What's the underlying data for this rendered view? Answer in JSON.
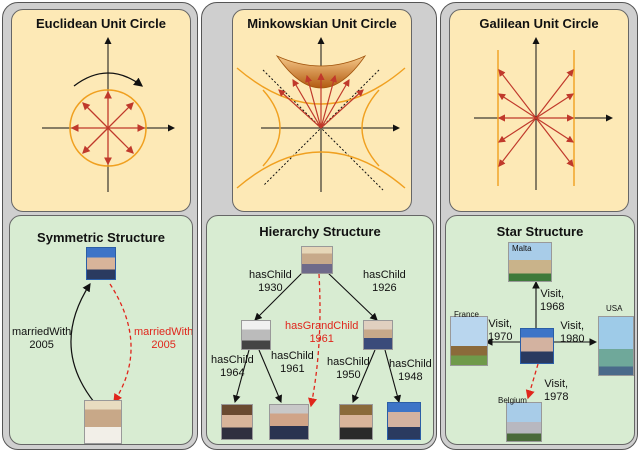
{
  "panels": {
    "euclidean": {
      "title": "Euclidean Unit Circle"
    },
    "minkowskian": {
      "title": "Minkowskian Unit Circle"
    },
    "galilean": {
      "title": "Galilean Unit Circle"
    },
    "symmetric": {
      "title": "Symmetric Structure",
      "left_relation": "marriedWith",
      "left_year": "2005",
      "right_relation": "marriedWith",
      "right_year": "2005"
    },
    "hierarchy": {
      "title": "Hierarchy Structure",
      "edges": {
        "root_left": {
          "relation": "hasChild",
          "year": "1930"
        },
        "root_right": {
          "relation": "hasChild",
          "year": "1926"
        },
        "inferred": {
          "relation": "hasGrandChild",
          "year": "1961"
        },
        "l_left": {
          "relation": "hasChild",
          "year": "1964"
        },
        "l_right": {
          "relation": "hasChild",
          "year": "1961"
        },
        "r_left": {
          "relation": "hasChild",
          "year": "1950"
        },
        "r_right": {
          "relation": "hasChild",
          "year": "1948"
        }
      }
    },
    "star": {
      "title": "Star Structure",
      "nodes": {
        "top": "Malta",
        "left": "France",
        "right": "USA",
        "bottom": "Belgium"
      },
      "edges": {
        "top": {
          "relation": "Visit,",
          "year": "1968"
        },
        "left": {
          "relation": "Visit,",
          "year": "1970"
        },
        "right": {
          "relation": "Visit,",
          "year": "1980"
        },
        "bottom": {
          "relation": "Visit,",
          "year": "1978"
        }
      }
    }
  },
  "colors": {
    "background": "#cfcfcf",
    "top_panel": "#fde9b6",
    "bottom_panel": "#d8ecd2",
    "vector": "#c0392b",
    "curve": "#f0a020",
    "inferred_edge": "#e0261c"
  }
}
